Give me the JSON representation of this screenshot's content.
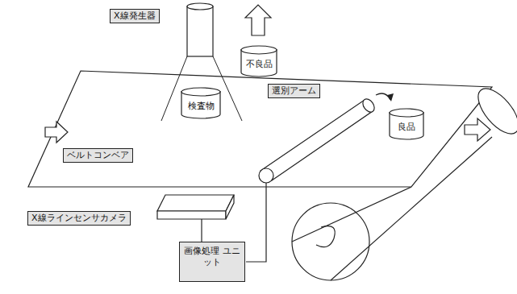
{
  "diagram": {
    "nodes": [
      {
        "text": [
          "X線発生器"
        ]
      },
      {
        "text": [
          "不良品"
        ]
      },
      {
        "text": [
          "検査物"
        ]
      },
      {
        "text": [
          "選別アーム"
        ]
      },
      {
        "text": [
          "ベルトコンベア"
        ]
      },
      {
        "text": [
          "良品"
        ]
      },
      {
        "text": [
          "X線ラインセンサカメラ"
        ]
      },
      {
        "text": [
          "画像処理 ユニット"
        ]
      }
    ]
  }
}
